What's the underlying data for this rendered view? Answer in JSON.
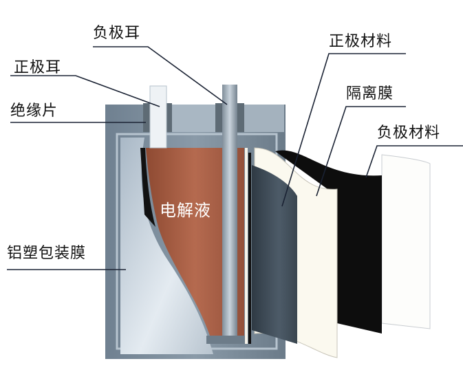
{
  "title": "软包锂电池结构示意图",
  "labels": {
    "negative_tab": "负极耳",
    "positive_tab": "正极耳",
    "insulator": "绝缘片",
    "pouch_film": "铝塑包装膜",
    "electrolyte": "电解液",
    "cathode_material": "正极材料",
    "separator": "隔离膜",
    "anode_material": "负极材料"
  },
  "colors": {
    "case": "#5f7181",
    "case_light": "#c9d5df",
    "electrolyte": "#a5573d",
    "cathode": "#3e4a55",
    "separator": "#fbf9ef",
    "anode": "#0d0d0d",
    "leader": "#1a2233"
  }
}
